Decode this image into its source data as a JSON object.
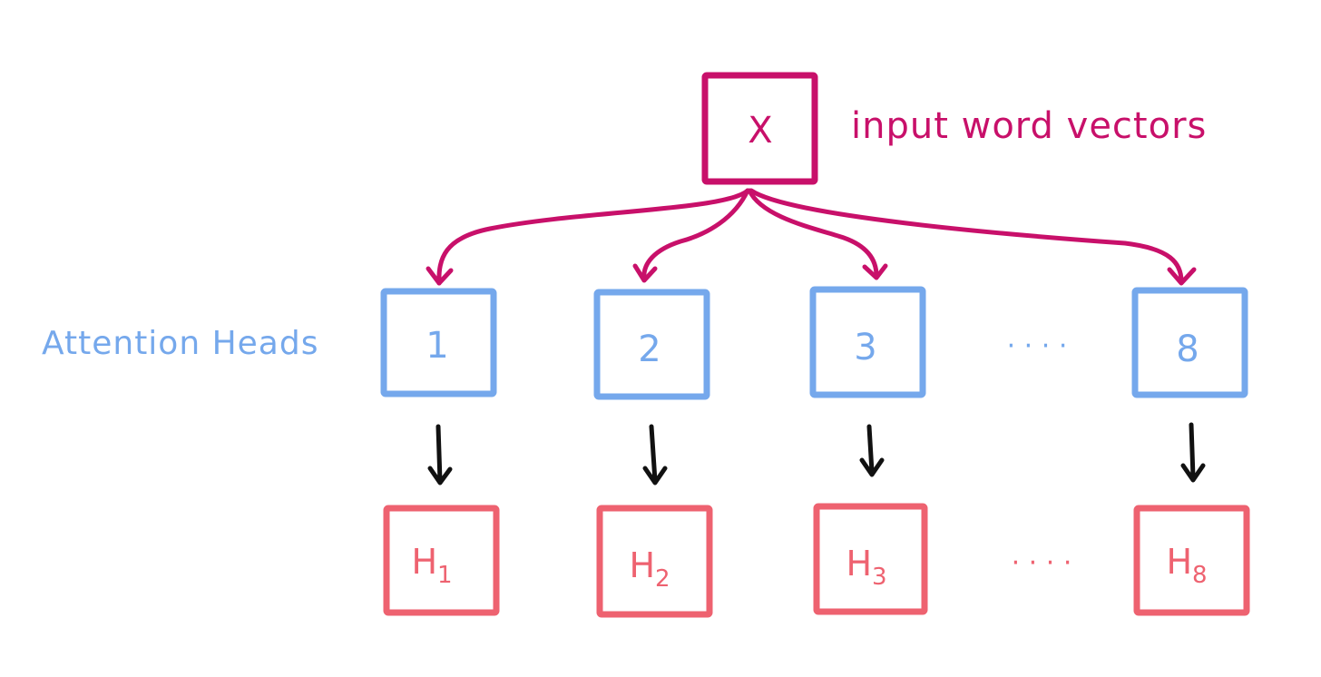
{
  "colors": {
    "input": "#c8106a",
    "head": "#75a8ec",
    "output": "#ee6270",
    "arrow": "#111111",
    "background": "#ffffff"
  },
  "input": {
    "symbol": "X",
    "label": "input word vectors"
  },
  "heads": {
    "label": "Attention Heads",
    "items": [
      "1",
      "2",
      "3",
      "8"
    ],
    "ellipsis": "· · · ·"
  },
  "outputs": {
    "items": [
      {
        "base": "H",
        "sub": "1"
      },
      {
        "base": "H",
        "sub": "2"
      },
      {
        "base": "H",
        "sub": "3"
      },
      {
        "base": "H",
        "sub": "8"
      }
    ],
    "ellipsis": "· · · ·"
  }
}
